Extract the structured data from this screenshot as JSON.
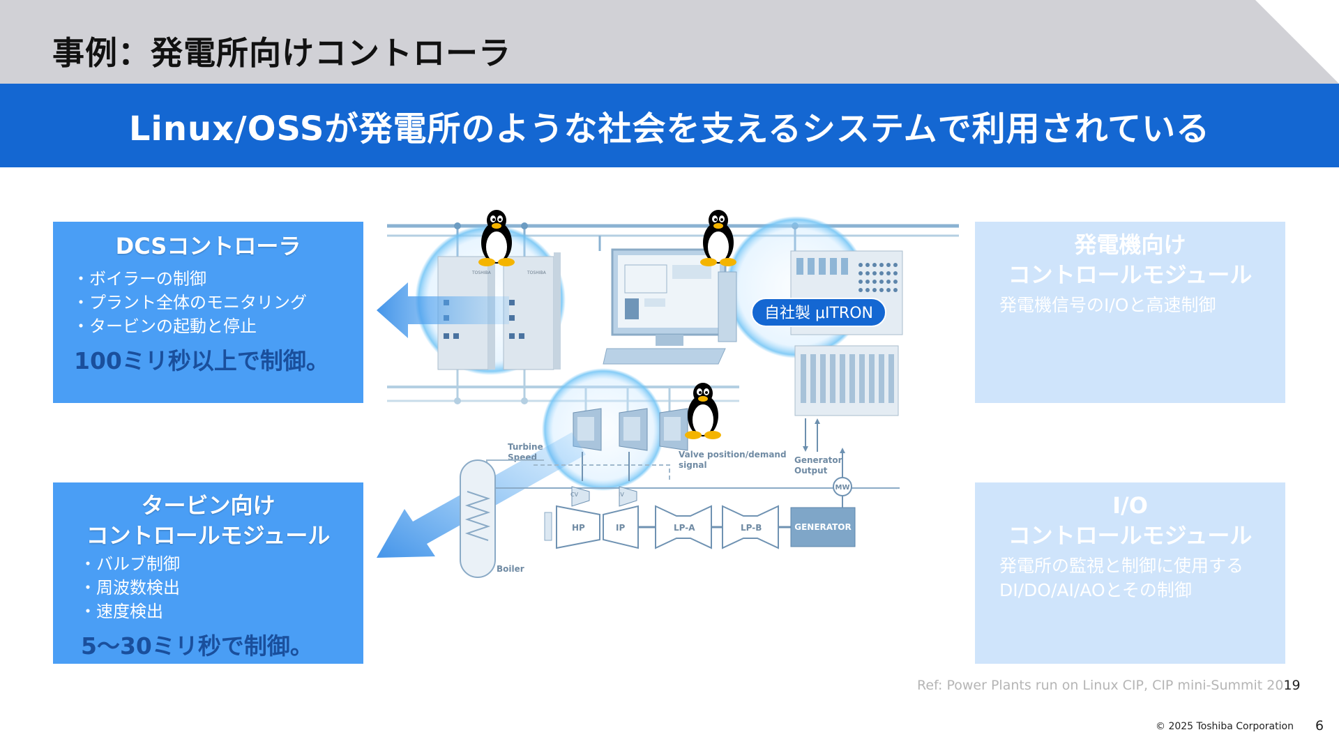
{
  "header": {
    "title": "事例：発電所向けコントローラ"
  },
  "banner": {
    "text": "Linux/OSSが発電所のような社会を支えるシステムで利用されている"
  },
  "cards": {
    "dcs": {
      "title": "DCSコントローラ",
      "items": [
        "ボイラーの制御",
        "プラント全体のモニタリング",
        "タービンの起動と停止"
      ],
      "emphasis": "100ミリ秒以上で制御。"
    },
    "turbine": {
      "title_line1": "タービン向け",
      "title_line2": "コントロールモジュール",
      "items": [
        "バルブ制御",
        "周波数検出",
        "速度検出"
      ],
      "emphasis": "5～30ミリ秒で制御。"
    },
    "generator": {
      "title_line1": "発電機向け",
      "title_line2": "コントロールモジュール",
      "desc": "発電機信号のI/Oと高速制御"
    },
    "io": {
      "title_line1": "I/O",
      "title_line2": "コントロールモジュール",
      "desc_line1": "発電所の監視と制御に使用する",
      "desc_line2": "DI/DO/AI/AOとその制御"
    }
  },
  "diagram": {
    "badge": "自社製 μITRON",
    "turbine_speed_1": "Turbine",
    "turbine_speed_2": "Speed",
    "valve_1": "Valve position/demand",
    "valve_2": "signal",
    "gen_output_1": "Generator",
    "gen_output_2": "Output",
    "mw": "MW",
    "hp": "HP",
    "ip": "IP",
    "lpa": "LP-A",
    "lpb": "LP-B",
    "generator": "GENERATOR",
    "boiler": "Boiler",
    "cv": "CV",
    "iv": "IV",
    "brand_left": "TOSHIBA",
    "brand_right": "TOSHIBA"
  },
  "colors": {
    "banner": "#1467d2",
    "card": "#4a9ef5",
    "card_faded": "#cfe4fb",
    "emphasis": "#1a4f9c"
  },
  "footer": {
    "ref_main": "Ref: Power Plants run on Linux CIP, CIP mini-Summit 20",
    "ref_tail": "19",
    "copyright": "© 2025 Toshiba Corporation",
    "page": "6"
  }
}
